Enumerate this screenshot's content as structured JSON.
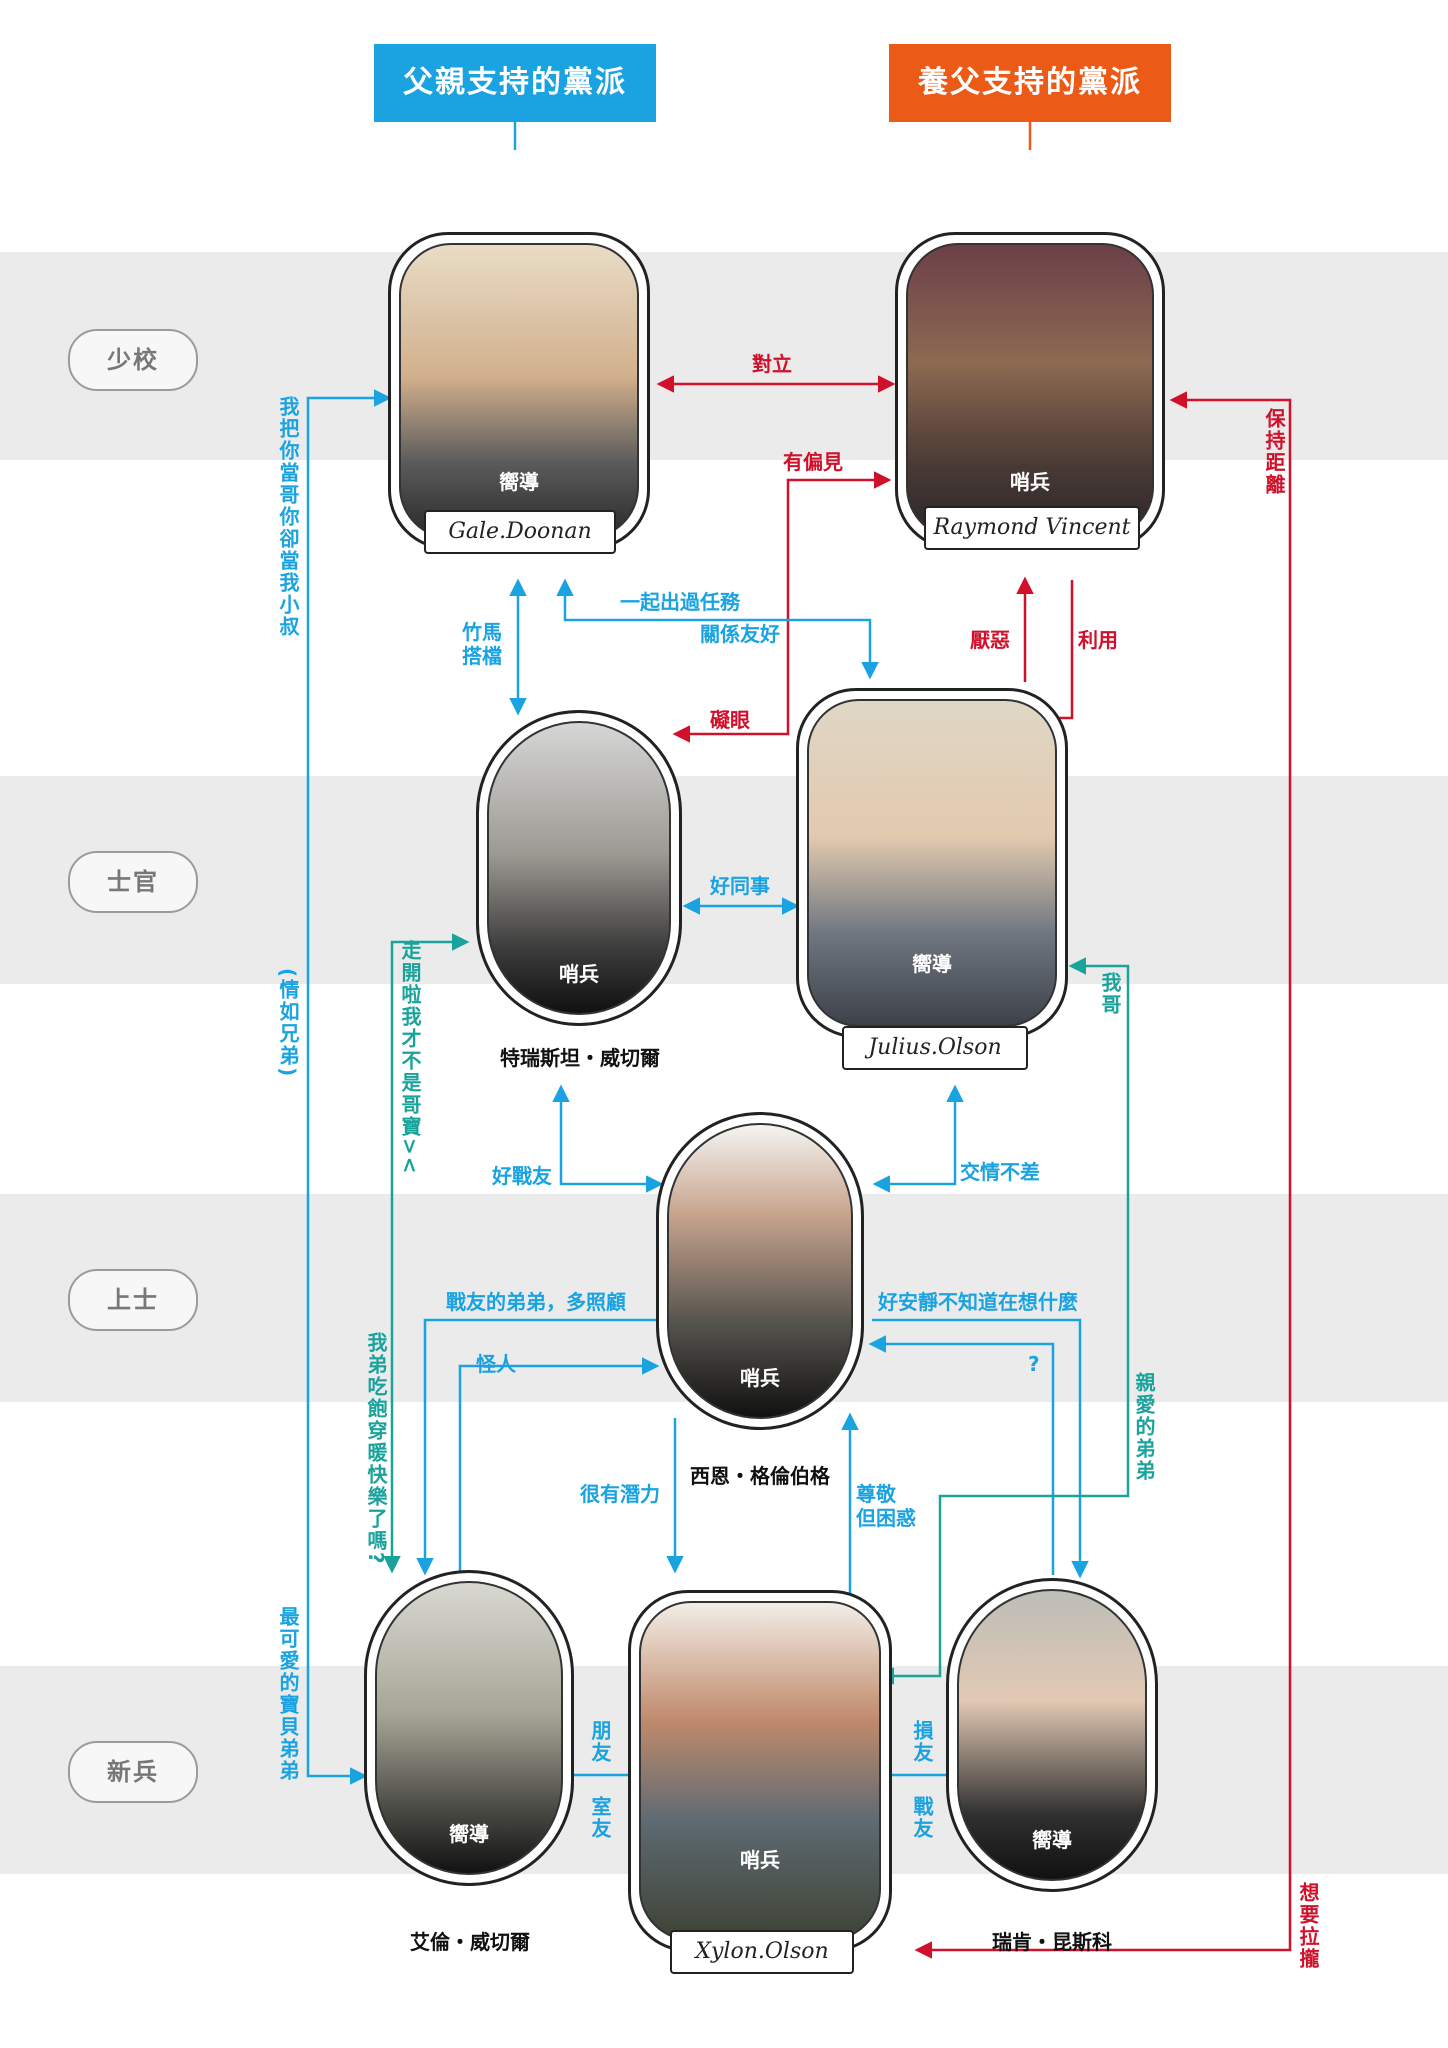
{
  "headers": {
    "father_faction": "父親支持的黨派",
    "foster_faction": "養父支持的黨派"
  },
  "ranks": [
    "少校",
    "士官",
    "上士",
    "新兵"
  ],
  "characters": {
    "gale": {
      "role": "嚮導",
      "ribbon": "Gale.Doonan"
    },
    "raymond": {
      "role": "哨兵",
      "ribbon": "Raymond Vincent"
    },
    "tristan": {
      "role": "哨兵",
      "name": "特瑞斯坦・威切爾"
    },
    "julius": {
      "role": "嚮導",
      "ribbon": "Julius.Olson"
    },
    "sean": {
      "role": "哨兵",
      "name": "西恩・格倫伯格"
    },
    "allen": {
      "role": "嚮導",
      "name": "艾倫・威切爾"
    },
    "xylon": {
      "role": "哨兵",
      "ribbon": "Xylon.Olson"
    },
    "ryken": {
      "role": "嚮導",
      "name": "瑞肯・昆斯科"
    }
  },
  "relations": {
    "oppose": "對立",
    "biased": "有偏見",
    "mission_together": "一起出過任務",
    "good_relation": "關係友好",
    "childhood_partner": "竹馬\n搭檔",
    "disgust": "厭惡",
    "use": "利用",
    "eyesore": "礙眼",
    "good_colleague": "好同事",
    "good_comrade": "好戰友",
    "not_bad_friendship": "交情不差",
    "comrades_brother": "戰友的弟弟，多照顧",
    "weirdo": "怪人",
    "quiet": "好安靜不知道在想什麼",
    "question": "?",
    "potential": "很有潛力",
    "respect": "尊敬\n但困惑",
    "friend_a": "朋友",
    "roommate": "室友",
    "friend_b": "損友",
    "comrade_b": "戰友",
    "brother_uncle": "我把你當哥你卻當我小叔",
    "like_brothers": "(情如兄弟)",
    "cutest_brother": "最可愛的寶貝弟弟",
    "keep_distance": "保持距離",
    "want_closer": "想要拉攏",
    "go_away": "走開啦我才不是哥寶><",
    "my_brother_fed": "我弟吃飽穿暖快樂了嗎?",
    "my_bro": "我哥",
    "dear_brother": "親愛的弟弟"
  },
  "colors": {
    "blue": "#1aa3e0",
    "red": "#d0112b",
    "teal": "#1aa39b",
    "orange": "#eb5a17",
    "band": "#ebebeb"
  }
}
